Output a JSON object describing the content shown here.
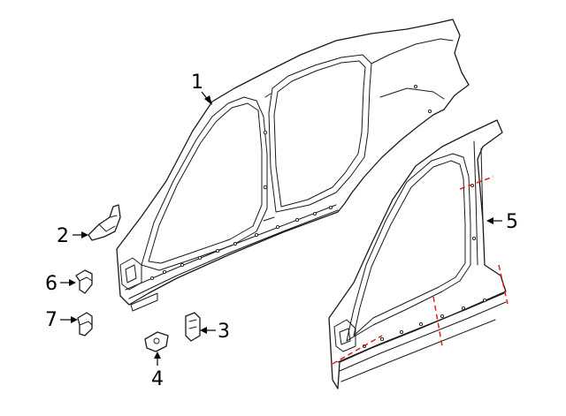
{
  "diagram": {
    "callouts": [
      {
        "id": "part-1",
        "label": "1"
      },
      {
        "id": "part-2",
        "label": "2"
      },
      {
        "id": "part-3",
        "label": "3"
      },
      {
        "id": "part-4",
        "label": "4"
      },
      {
        "id": "part-5",
        "label": "5"
      },
      {
        "id": "part-6",
        "label": "6"
      },
      {
        "id": "part-7",
        "label": "7"
      }
    ]
  },
  "colors": {
    "line": "#1a1a1a",
    "cut_line": "#e0201c",
    "background": "#ffffff"
  }
}
